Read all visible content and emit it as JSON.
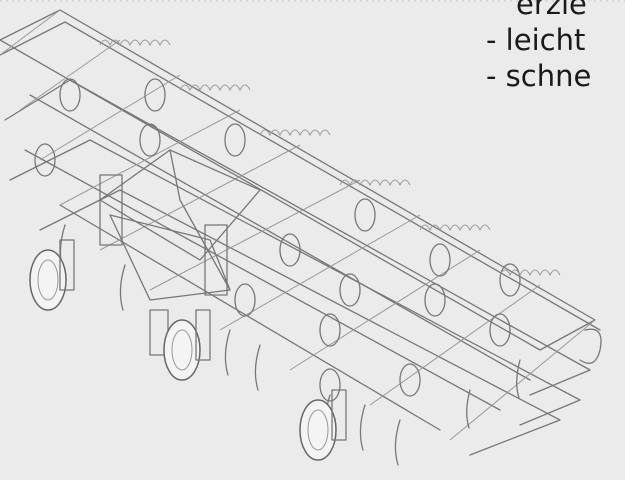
{
  "feature_list": {
    "line1": "erzie",
    "line2": "- leicht",
    "line3": "- schne"
  },
  "illustration": {
    "icon": "cultivator-machine-drawing"
  }
}
